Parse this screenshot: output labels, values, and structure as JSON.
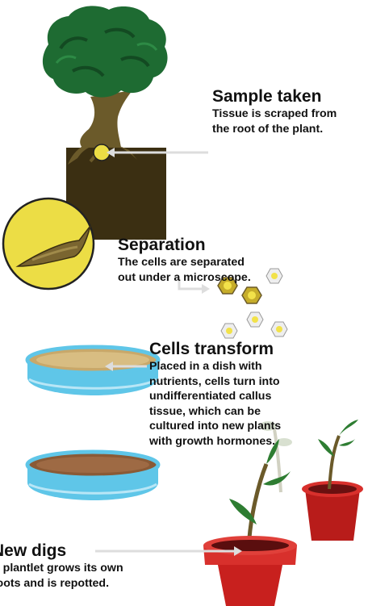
{
  "steps": [
    {
      "title": "Sample taken",
      "lines": [
        "Tissue is scraped from",
        "the root of the plant."
      ]
    },
    {
      "title": "Separation",
      "lines": [
        "The cells are separated",
        "out under a microscope."
      ]
    },
    {
      "title": "Cells transform",
      "lines": [
        "Placed in a dish with",
        "nutrients, cells turn into",
        "undifferentiated callus",
        "tissue, which can be",
        "cultured into new plants",
        "with growth hormones."
      ]
    },
    {
      "title": "New digs",
      "lines": [
        "A plantlet grows its own",
        "roots and is repotted."
      ]
    }
  ],
  "colors": {
    "foliage": "#1e6b32",
    "trunk": "#6b5a2a",
    "soil": "#3b2f12",
    "magnifier": "#f0e24a",
    "dish": "#5fc6e8",
    "pot": "#c8201e",
    "cells": "#c6ad2a"
  }
}
